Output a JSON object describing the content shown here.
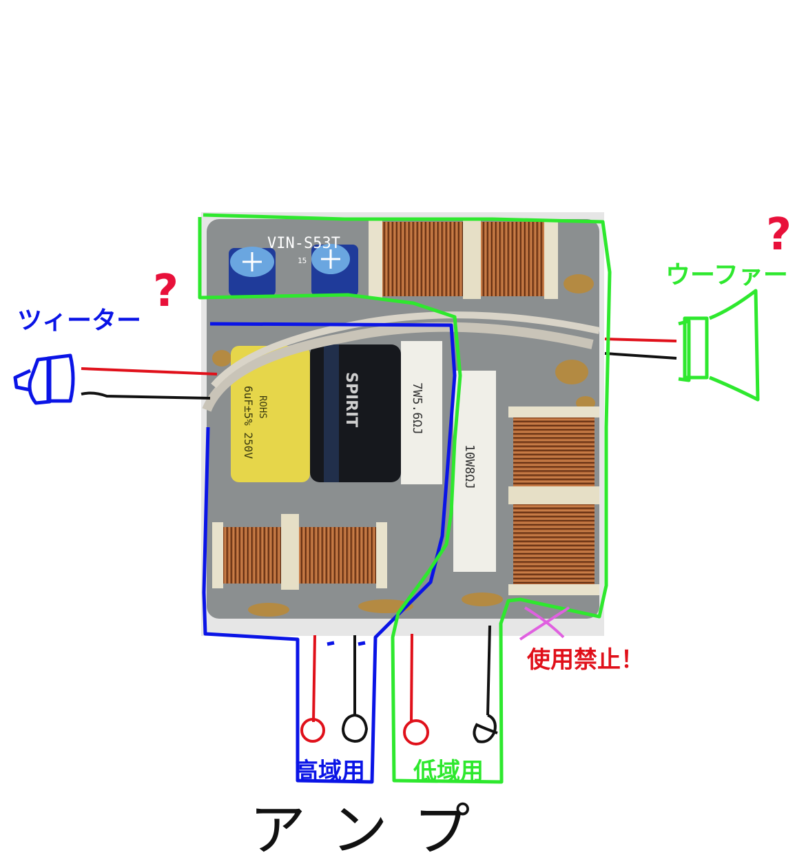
{
  "labels": {
    "tweeter": "ツィーター",
    "woofer": "ウーファー",
    "tweeter_q": "?",
    "woofer_q": "?",
    "forbidden": "使用禁止！",
    "high_band": "高域用",
    "low_band": "低域用",
    "amp": "アンプ"
  },
  "board_markings": {
    "model": "VIN-S53T",
    "model_sub": "15",
    "cap_text_1": "6uF±5% 250V",
    "cap_text_2": "ROHS",
    "cap_brand": "SPIRIT",
    "resistor_1": "7W5.6ΩJ",
    "resistor_2": "10W8ΩJ"
  },
  "colors": {
    "high_band_outline": "#0a14e6",
    "low_band_outline": "#2ee82e",
    "positive_wire": "#e0101a",
    "negative_wire": "#111111",
    "question_mark": "#e8103a",
    "forbidden_cross": "#e060e0",
    "board": "#8b8f90",
    "copper": "#b96a35"
  }
}
